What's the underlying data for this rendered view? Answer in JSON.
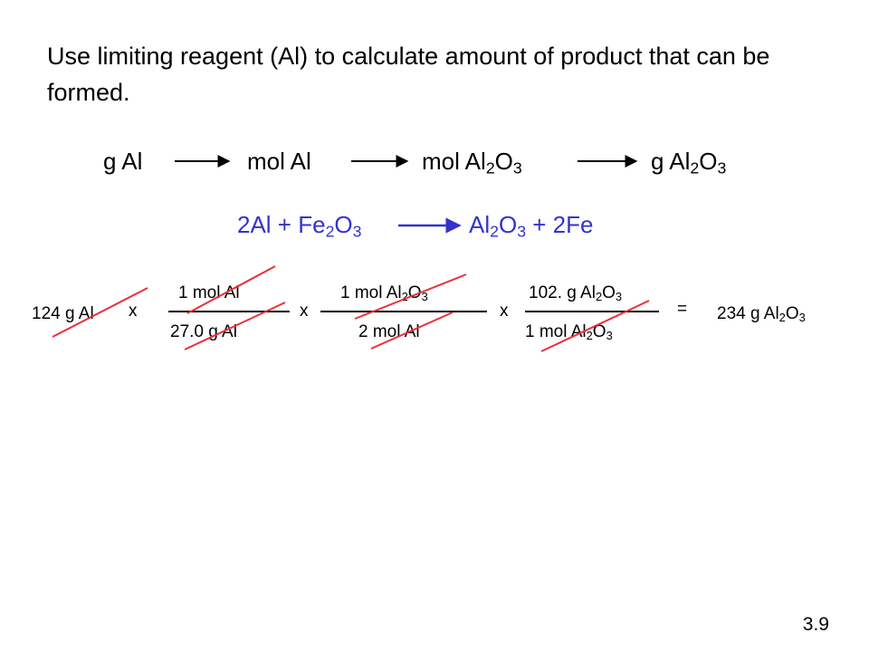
{
  "title": "Use limiting reagent (Al) to calculate amount of product that can be formed.",
  "flow": {
    "step1": "g Al",
    "step2": "mol Al",
    "step3_pre": "mol Al",
    "step3_sub1": "2",
    "step3_mid": "O",
    "step3_sub2": "3",
    "step4_pre": "g Al",
    "step4_sub1": "2",
    "step4_mid": "O",
    "step4_sub2": "3"
  },
  "equation": {
    "reactant_pre": "2Al + Fe",
    "reactant_sub1": "2",
    "reactant_mid": "O",
    "reactant_sub2": "3",
    "product_pre": "Al",
    "product_sub1": "2",
    "product_mid": "O",
    "product_sub2": "3",
    "product_post": " + 2Fe",
    "color": "#3333cc"
  },
  "calc": {
    "start": "124 g Al",
    "times": "x",
    "f1_num": "1 mol Al",
    "f1_den": "27.0 g Al",
    "f2_num_pre": "1 mol Al",
    "f2_num_sub1": "2",
    "f2_num_mid": "O",
    "f2_num_sub2": "3",
    "f2_den": "2 mol Al",
    "f3_num_pre": "102. g Al",
    "f3_num_sub1": "2",
    "f3_num_mid": "O",
    "f3_num_sub2": "3",
    "f3_den_pre": "1 mol Al",
    "f3_den_sub1": "2",
    "f3_den_mid": "O",
    "f3_den_sub2": "3",
    "equals": "=",
    "result_pre": "234 g Al",
    "result_sub1": "2",
    "result_mid": "O",
    "result_sub2": "3",
    "cancel_color": "#e8303a"
  },
  "slide_number": "3.9"
}
